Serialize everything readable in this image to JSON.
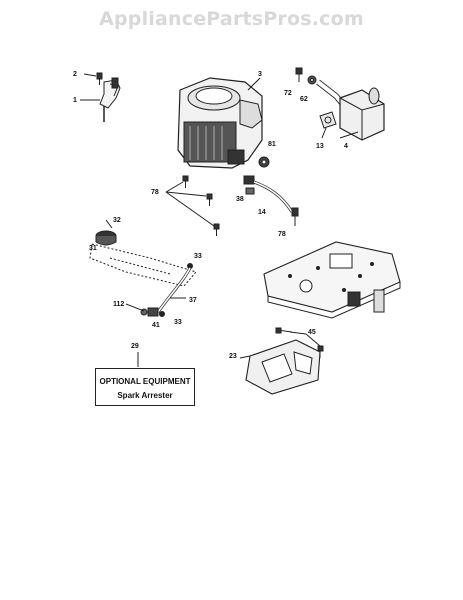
{
  "watermark": "AppliancePartsPros.com",
  "callouts": [
    {
      "id": "2",
      "text": "2"
    },
    {
      "id": "1",
      "text": "1"
    },
    {
      "id": "3",
      "text": "3"
    },
    {
      "id": "72",
      "text": "72"
    },
    {
      "id": "62",
      "text": "62"
    },
    {
      "id": "13",
      "text": "13"
    },
    {
      "id": "4",
      "text": "4"
    },
    {
      "id": "81",
      "text": "81"
    },
    {
      "id": "78a",
      "text": "78"
    },
    {
      "id": "38",
      "text": "38"
    },
    {
      "id": "14",
      "text": "14"
    },
    {
      "id": "78b",
      "text": "78"
    },
    {
      "id": "32",
      "text": "32"
    },
    {
      "id": "31",
      "text": "31"
    },
    {
      "id": "33a",
      "text": "33"
    },
    {
      "id": "37",
      "text": "37"
    },
    {
      "id": "112",
      "text": "112"
    },
    {
      "id": "41",
      "text": "41"
    },
    {
      "id": "33b",
      "text": "33"
    },
    {
      "id": "45",
      "text": "45"
    },
    {
      "id": "23",
      "text": "23"
    },
    {
      "id": "29",
      "text": "29"
    }
  ],
  "optional_box": {
    "line1": "OPTIONAL EQUIPMENT",
    "line2": "Spark Arrester"
  }
}
